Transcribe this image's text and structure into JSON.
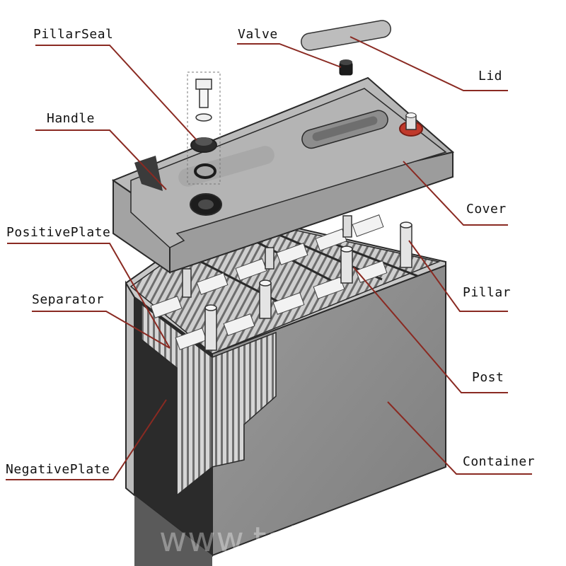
{
  "diagram": {
    "labels": {
      "pillar_seal": "PillarSeal",
      "valve": "Valve",
      "lid": "Lid",
      "handle": "Handle",
      "cover": "Cover",
      "positive_plate": "PositivePlate",
      "separator": "Separator",
      "pillar": "Pillar",
      "post": "Post",
      "negative_plate": "NegativePlate",
      "container": "Container"
    },
    "watermark": "www.taike",
    "colors": {
      "leader_line": "#8a2a22",
      "outline": "#2a2a2a",
      "container_front": "#8f8f8f",
      "container_side": "#c9c9c9",
      "cover_top": "#b9b9b9",
      "cover_side": "#a3a3a3",
      "plate": "#d2d2d2",
      "plate_dark": "#2b2b2b",
      "terminal_red": "#c0392b"
    }
  }
}
